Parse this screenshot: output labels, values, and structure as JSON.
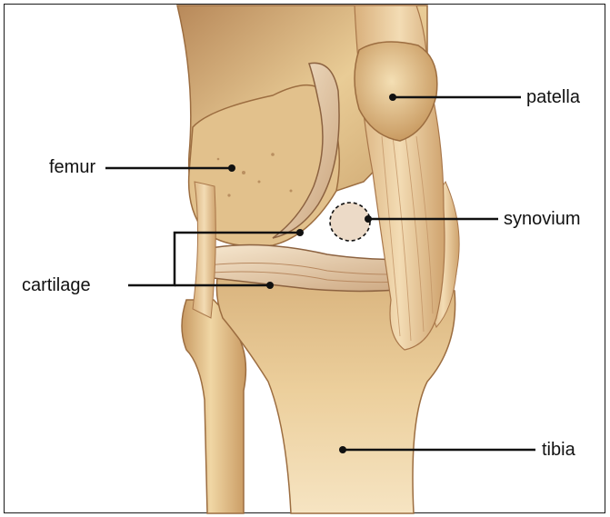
{
  "labels": {
    "femur": "femur",
    "patella": "patella",
    "synovium": "synovium",
    "cartilage": "cartilage",
    "tibia": "tibia"
  },
  "colors": {
    "bone_light": "#f1d9a8",
    "bone_mid": "#d9b27a",
    "bone_dark": "#a9774a",
    "tendon": "#e7c497",
    "line": "#111111",
    "frame": "#1a1a1a"
  }
}
